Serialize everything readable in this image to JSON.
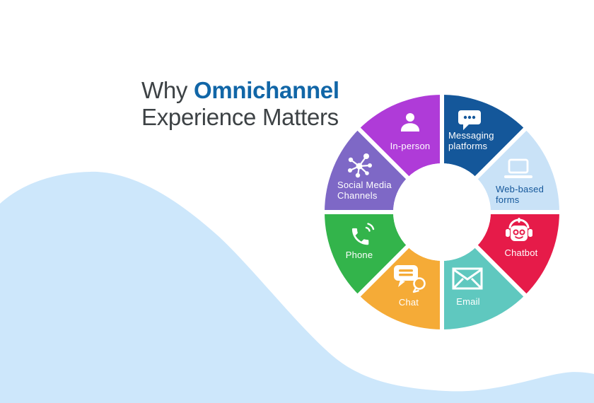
{
  "page": {
    "background": "#FFFFFF"
  },
  "title": {
    "line1_regular": "Why",
    "line1_bold": "Omnichannel",
    "line2": "Experience Matters",
    "text_color": "#3D4245",
    "highlight_color": "#1166A7"
  },
  "wave": {
    "color": "#CDE7FB"
  },
  "chart_data": {
    "type": "pie",
    "subtype": "donut",
    "title": "Why Omnichannel Experience Matters",
    "center_fill": "#FFFFFF",
    "outer_radius_px": 166,
    "inner_radius_px": 69,
    "segment_angle_deg": 45,
    "order": "clockwise-from-top",
    "segments": [
      {
        "label": "Messaging platforms",
        "icon": "message-bubble-icon",
        "color": "#14579A",
        "label_color": "#FFFFFF",
        "start_deg": 0,
        "end_deg": 45,
        "value": 12.5
      },
      {
        "label": "Web-based forms",
        "icon": "laptop-icon",
        "color": "#C9E2F7",
        "label_color": "#14579A",
        "start_deg": 45,
        "end_deg": 90,
        "value": 12.5
      },
      {
        "label": "Chatbot",
        "icon": "robot-icon",
        "color": "#E61B49",
        "label_color": "#FFFFFF",
        "start_deg": 90,
        "end_deg": 135,
        "value": 12.5
      },
      {
        "label": "Email",
        "icon": "envelope-icon",
        "color": "#5FC8BF",
        "label_color": "#FFFFFF",
        "start_deg": 135,
        "end_deg": 180,
        "value": 12.5
      },
      {
        "label": "Chat",
        "icon": "chat-bubbles-icon",
        "color": "#F5AB37",
        "label_color": "#FFFFFF",
        "start_deg": 180,
        "end_deg": 225,
        "value": 12.5
      },
      {
        "label": "Phone",
        "icon": "phone-icon",
        "color": "#33B44B",
        "label_color": "#FFFFFF",
        "start_deg": 225,
        "end_deg": 270,
        "value": 12.5
      },
      {
        "label": "Social Media Channels",
        "icon": "share-network-icon",
        "color": "#7E68C6",
        "label_color": "#FFFFFF",
        "start_deg": 270,
        "end_deg": 315,
        "value": 12.5
      },
      {
        "label": "In-person",
        "icon": "person-icon",
        "color": "#AF3BD8",
        "label_color": "#FFFFFF",
        "start_deg": 315,
        "end_deg": 360,
        "value": 12.5
      }
    ]
  }
}
